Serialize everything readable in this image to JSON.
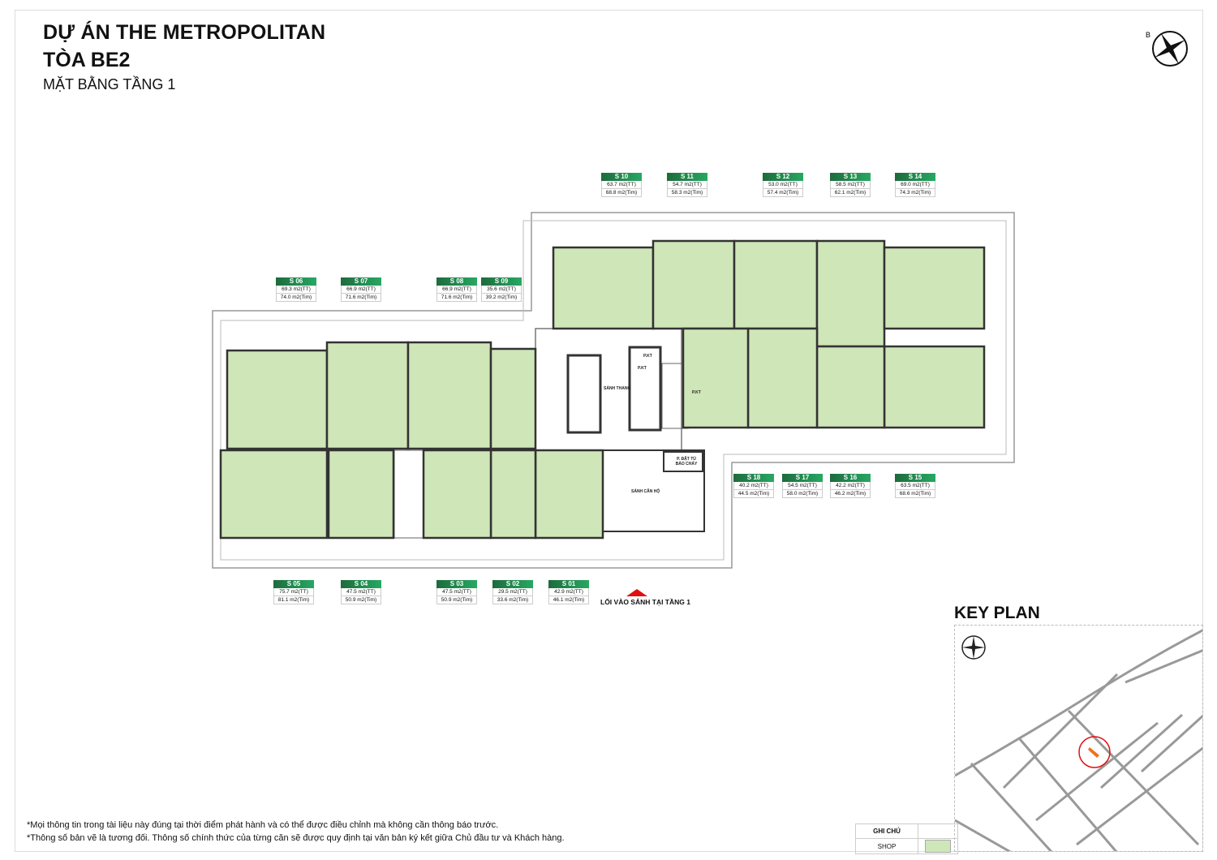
{
  "header": {
    "project": "DỰ ÁN THE METROPOLITAN",
    "tower": "TÒA BE2",
    "floor": "MẶT BẰNG TẦNG 1"
  },
  "compass_label": "B",
  "shops": [
    {
      "id": "S 01",
      "tt": "42.9 m2(TT)",
      "tim": "46.1 m2(Tim)"
    },
    {
      "id": "S 02",
      "tt": "29.5 m2(TT)",
      "tim": "33.6 m2(Tim)"
    },
    {
      "id": "S 03",
      "tt": "47.5 m2(TT)",
      "tim": "50.9 m2(Tim)"
    },
    {
      "id": "S 04",
      "tt": "47.5 m2(TT)",
      "tim": "50.9 m2(Tim)"
    },
    {
      "id": "S 05",
      "tt": "75.7 m2(TT)",
      "tim": "81.1 m2(Tim)"
    },
    {
      "id": "S 06",
      "tt": "69.3 m2(TT)",
      "tim": "74.0 m2(Tim)"
    },
    {
      "id": "S 07",
      "tt": "66.9 m2(TT)",
      "tim": "71.6 m2(Tim)"
    },
    {
      "id": "S 08",
      "tt": "66.9 m2(TT)",
      "tim": "71.6 m2(Tim)"
    },
    {
      "id": "S 09",
      "tt": "35.6 m2(TT)",
      "tim": "39.2 m2(Tim)"
    },
    {
      "id": "S 10",
      "tt": "63.7 m2(TT)",
      "tim": "68.8 m2(Tim)"
    },
    {
      "id": "S 11",
      "tt": "54.7 m2(TT)",
      "tim": "58.3 m2(Tim)"
    },
    {
      "id": "S 12",
      "tt": "53.0 m2(TT)",
      "tim": "57.4 m2(Tim)"
    },
    {
      "id": "S 13",
      "tt": "58.5 m2(TT)",
      "tim": "62.1 m2(Tim)"
    },
    {
      "id": "S 14",
      "tt": "69.0 m2(TT)",
      "tim": "74.3 m2(Tim)"
    },
    {
      "id": "S 15",
      "tt": "63.5 m2(TT)",
      "tim": "68.6 m2(Tim)"
    },
    {
      "id": "S 16",
      "tt": "42.2 m2(TT)",
      "tim": "46.2 m2(Tim)"
    },
    {
      "id": "S 17",
      "tt": "54.5 m2(TT)",
      "tim": "58.0 m2(Tim)"
    },
    {
      "id": "S 18",
      "tt": "40.2 m2(TT)",
      "tim": "44.5 m2(Tim)"
    }
  ],
  "rooms": {
    "lift_lobby": "SẢNH THANG",
    "tech_1": "P.KT",
    "tech_2": "P.KT",
    "tech_3": "P.KT",
    "fire_panel": "P. ĐẶT TỦ BÁO CHÁY",
    "apartment_lobby": "SẢNH CĂN HỘ"
  },
  "entrance": "LỐI VÀO SẢNH TẠI TẦNG 1",
  "key_plan": {
    "title": "KEY PLAN"
  },
  "notes": [
    "*Mọi thông tin trong tài liệu này đúng tại thời điểm phát hành và có thể được điều chỉnh mà không cần thông báo trước.",
    "*Thông số bản vẽ là tương đối. Thông số chính thức của từng căn sẽ được quy định tại văn bản ký kết giữa Chủ đầu tư và Khách hàng."
  ],
  "legend": {
    "header": "GHI CHÚ",
    "shop": "SHOP"
  },
  "colors": {
    "shop_fill": "#cfe6b8",
    "label_green": "#1f8a4c",
    "entrance_arrow": "#e01010"
  }
}
